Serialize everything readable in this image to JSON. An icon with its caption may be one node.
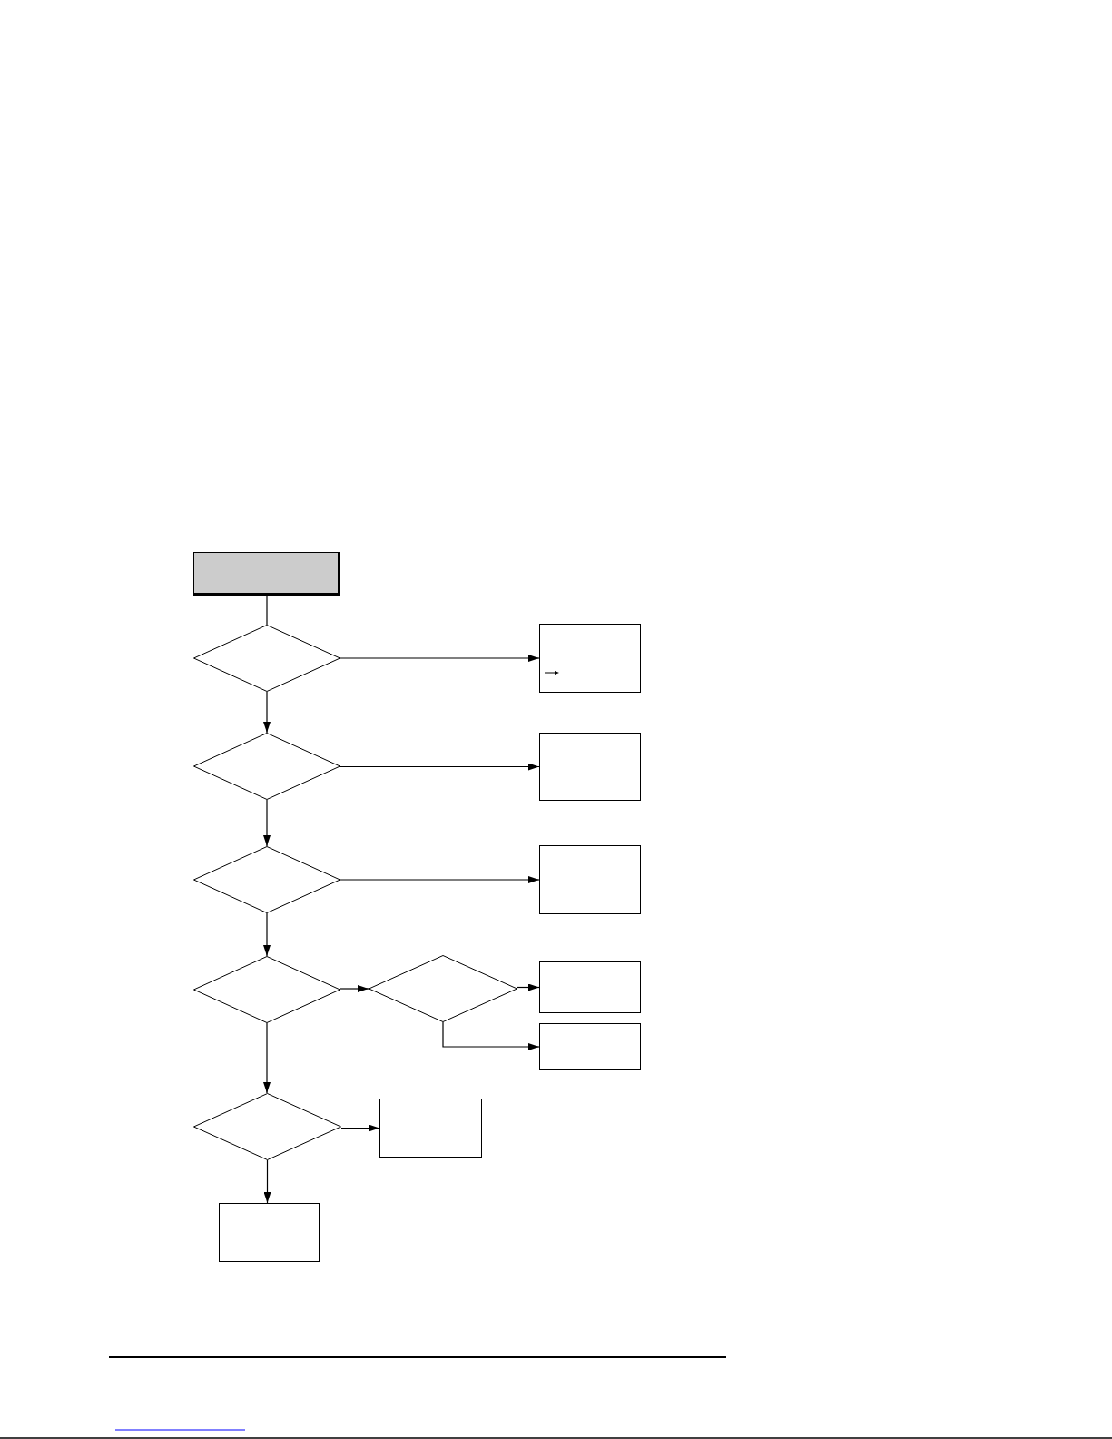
{
  "diagram": {
    "nodes": [
      {
        "text": [],
        "shape": "box"
      },
      {
        "text": [],
        "shape": "diamond"
      },
      {
        "text": [],
        "shape": "box"
      },
      {
        "text": [],
        "shape": "diamond"
      },
      {
        "text": [],
        "shape": "box"
      },
      {
        "text": [],
        "shape": "diamond"
      },
      {
        "text": [],
        "shape": "box"
      },
      {
        "text": [],
        "shape": "diamond"
      },
      {
        "text": [],
        "shape": "diamond"
      },
      {
        "text": [],
        "shape": "box"
      },
      {
        "text": [],
        "shape": "box"
      },
      {
        "text": [],
        "shape": "diamond"
      },
      {
        "text": [],
        "shape": "box"
      },
      {
        "text": [],
        "shape": "box"
      }
    ],
    "edges": [
      {
        "from": 0,
        "to": 1,
        "arrow": "none"
      },
      {
        "from": 1,
        "to": 2,
        "arrow": "to"
      },
      {
        "from": 1,
        "to": 3,
        "arrow": "to"
      },
      {
        "from": 3,
        "to": 4,
        "arrow": "to"
      },
      {
        "from": 3,
        "to": 5,
        "arrow": "to"
      },
      {
        "from": 5,
        "to": 6,
        "arrow": "to"
      },
      {
        "from": 5,
        "to": 7,
        "arrow": "to"
      },
      {
        "from": 7,
        "to": 8,
        "arrow": "to"
      },
      {
        "from": 8,
        "to": 9,
        "arrow": "to"
      },
      {
        "from": 8,
        "to": 10,
        "arrow": "to"
      },
      {
        "from": 7,
        "to": 11,
        "arrow": "to"
      },
      {
        "from": 11,
        "to": 12,
        "arrow": "to"
      },
      {
        "from": 11,
        "to": 13,
        "arrow": "to"
      }
    ]
  }
}
